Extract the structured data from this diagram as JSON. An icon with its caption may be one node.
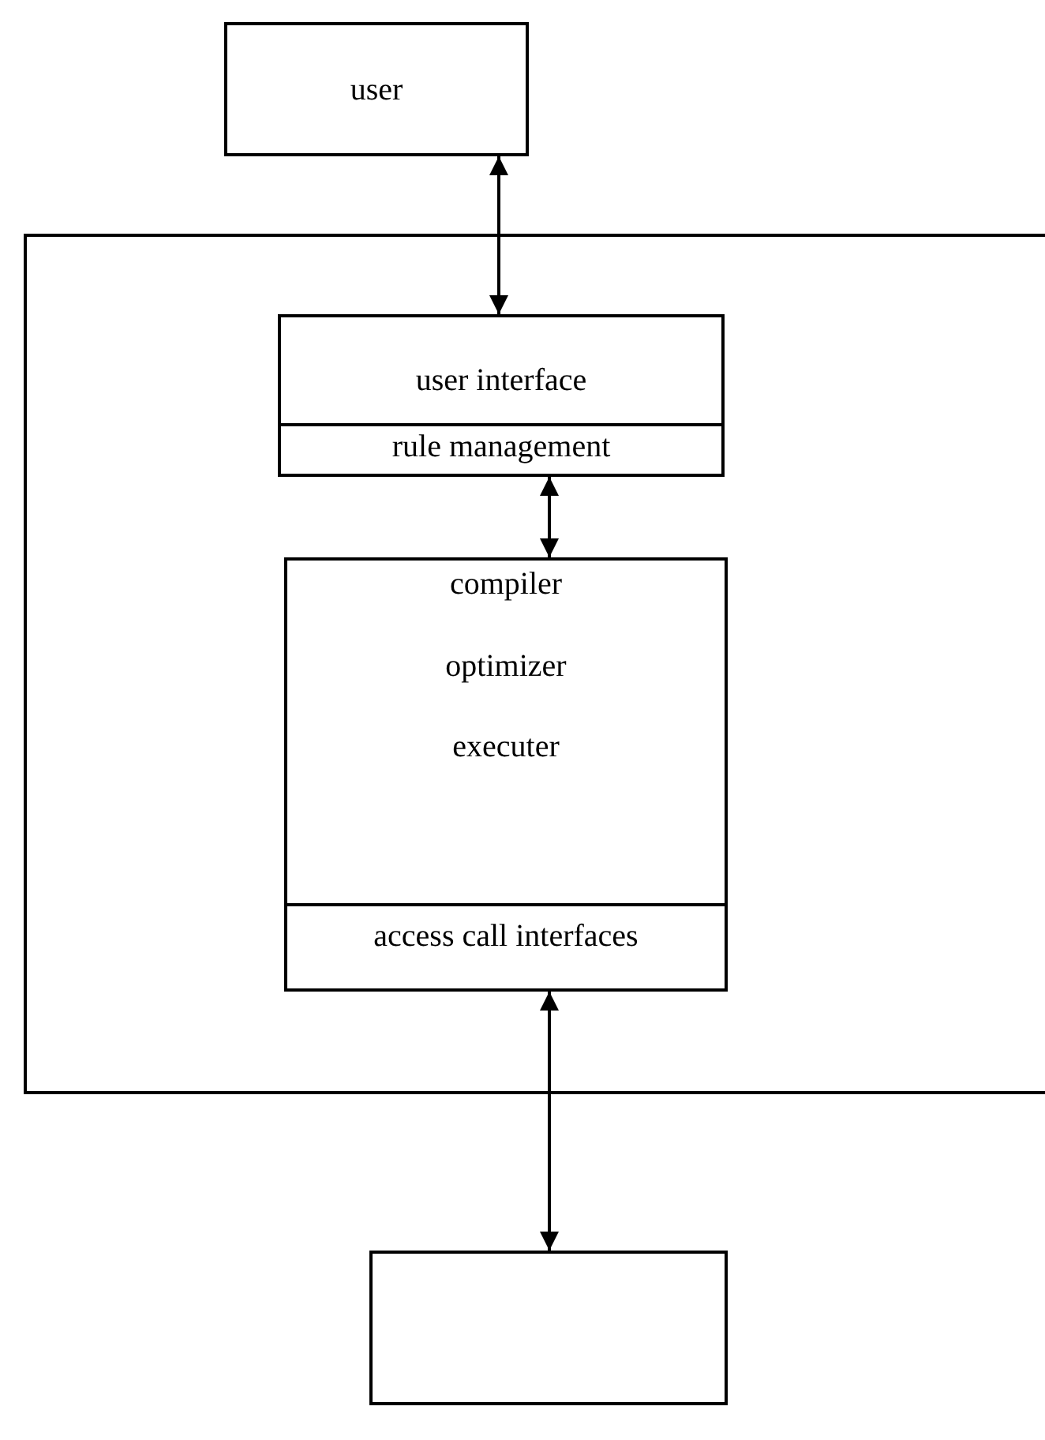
{
  "diagram": {
    "nodes": [
      {
        "text": [
          "user"
        ]
      },
      {
        "text": [],
        "shape": "box"
      },
      {
        "text": [
          "user interface"
        ],
        "in": 1
      },
      {
        "text": [
          "rule management"
        ],
        "in": 1
      },
      {
        "text": [
          "compiler",
          "optimizer",
          "executer"
        ],
        "in": 1
      },
      {
        "text": [
          "access call interfaces"
        ],
        "in": 1
      },
      {
        "text": [],
        "shape": "box"
      }
    ],
    "edges": [
      {
        "from": 0,
        "to": 2,
        "arrow": "both"
      },
      {
        "from": 3,
        "to": 4,
        "arrow": "both"
      },
      {
        "from": 5,
        "to": 6,
        "arrow": "both"
      }
    ]
  }
}
